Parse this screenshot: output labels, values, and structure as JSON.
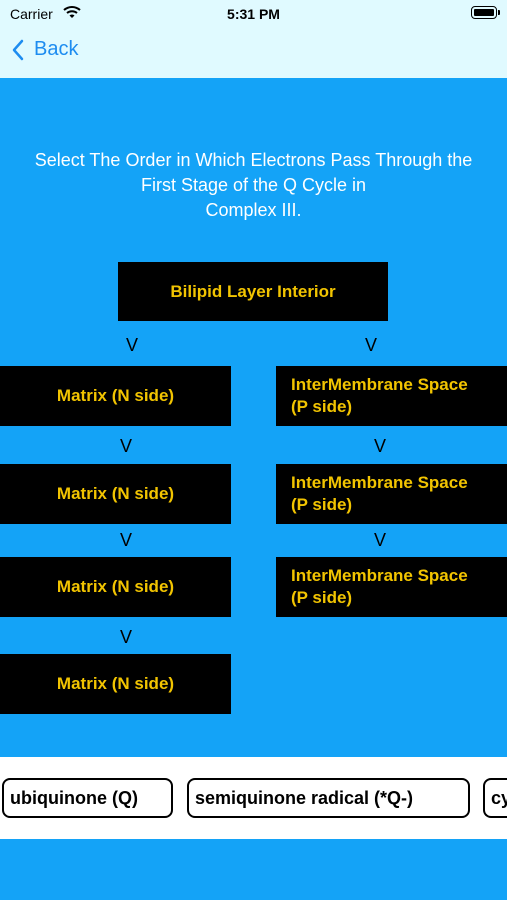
{
  "status": {
    "carrier": "Carrier",
    "time": "5:31 PM"
  },
  "nav": {
    "back_label": "Back"
  },
  "question": {
    "line1": "Select The Order in Which Electrons Pass Through the",
    "line2": "First Stage of the Q Cycle in",
    "line3": "Complex III."
  },
  "top_box": "Bilipid Layer Interior",
  "arrow_glyph": "V",
  "left_column": [
    "Matrix (N side)",
    "Matrix (N side)",
    "Matrix (N side)",
    "Matrix (N side)"
  ],
  "right_column": [
    {
      "line1": "InterMembrane Space",
      "line2": "(P side)"
    },
    {
      "line1": "InterMembrane Space",
      "line2": "(P side)"
    },
    {
      "line1": "InterMembrane Space",
      "line2": "(P side)"
    }
  ],
  "options": [
    "ubiquinone (Q)",
    "semiquinone radical (*Q-)",
    "cy"
  ],
  "colors": {
    "background": "#14a3f7",
    "bar": "#e0faff",
    "box": "#000000",
    "box_text": "#f2c400",
    "link": "#1d8cf0"
  }
}
